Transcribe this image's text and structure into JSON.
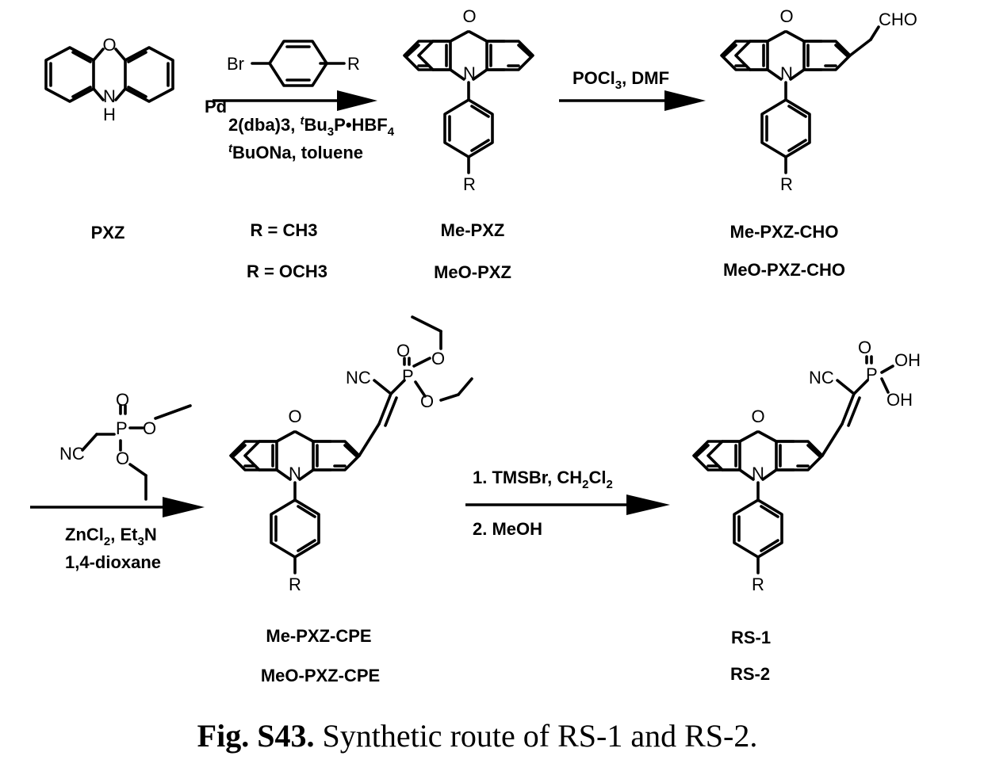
{
  "compounds": {
    "pxz": "PXZ",
    "r_ch3": "R = CH3",
    "r_och3": "R = OCH3",
    "me_pxz": "Me-PXZ",
    "meo_pxz": "MeO-PXZ",
    "me_pxz_cho": "Me-PXZ-CHO",
    "meo_pxz_cho": "MeO-PXZ-CHO",
    "me_pxz_cpe": "Me-PXZ-CPE",
    "meo_pxz_cpe": "MeO-PXZ-CPE",
    "rs1": "RS-1",
    "rs2": "RS-2"
  },
  "atoms": {
    "O": "O",
    "N": "N",
    "H": "H",
    "R": "R",
    "Br": "Br",
    "P": "P",
    "NC": "NC",
    "CHO": "CHO",
    "OH": "OH"
  },
  "conditions": {
    "step1_pd": "Pd",
    "step1_line1": "2(dba)3, ",
    "step1_t": "t",
    "step1_bu3": "Bu",
    "step1_3": "3",
    "step1_hbf": "P•HBF",
    "step1_4": "4",
    "step1_line2_t": "t",
    "step1_line2": "BuONa, toluene",
    "step2_a": "POCl",
    "step2_3": "3",
    "step2_b": ", DMF",
    "step3_zn": "ZnCl",
    "step3_2": "2",
    "step3_et": ", Et",
    "step3_3": "3",
    "step3_n": "N",
    "step3_solvent": "1,4-dioxane",
    "step4_line1_a": "1. TMSBr, CH",
    "step4_line1_2a": "2",
    "step4_line1_b": "Cl",
    "step4_line1_2b": "2",
    "step4_line2": "2. MeOH"
  },
  "caption": {
    "label": "Fig. S43.",
    "text": " Synthetic route of RS-1 and RS-2."
  }
}
